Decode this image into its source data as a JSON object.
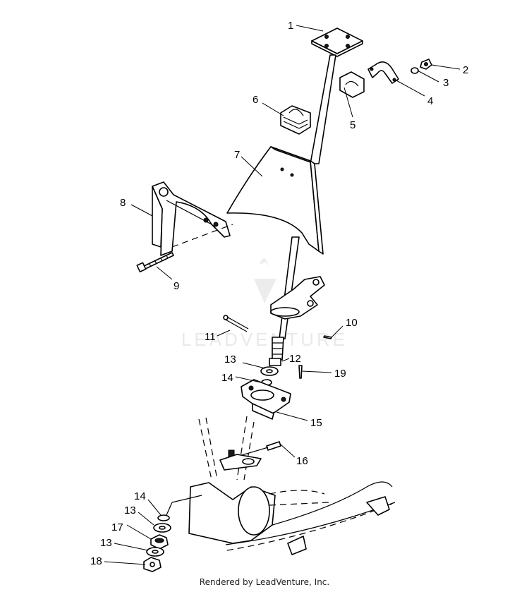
{
  "watermark": "LEADVENTURE",
  "footer": "Rendered by LeadVenture, Inc.",
  "callouts": [
    {
      "label": "1"
    },
    {
      "label": "2"
    },
    {
      "label": "3"
    },
    {
      "label": "4"
    },
    {
      "label": "5"
    },
    {
      "label": "6"
    },
    {
      "label": "7"
    },
    {
      "label": "8"
    },
    {
      "label": "9"
    },
    {
      "label": "10"
    },
    {
      "label": "11"
    },
    {
      "label": "12"
    },
    {
      "label": "13"
    },
    {
      "label": "14"
    },
    {
      "label": "15"
    },
    {
      "label": "16"
    },
    {
      "label": "14"
    },
    {
      "label": "13"
    },
    {
      "label": "17"
    },
    {
      "label": "13"
    },
    {
      "label": "18"
    },
    {
      "label": "19"
    }
  ]
}
